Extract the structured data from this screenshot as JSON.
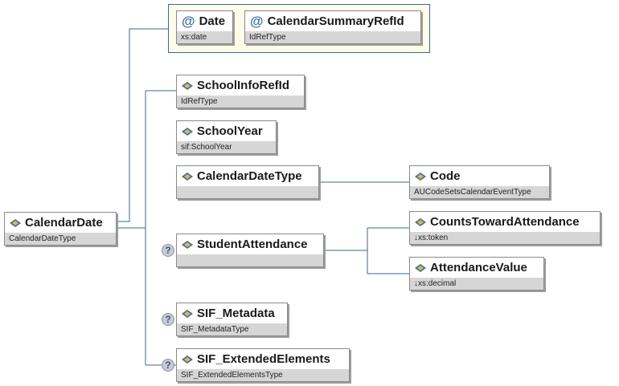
{
  "root": {
    "name": "CalendarDate",
    "type": "CalendarDateType",
    "icon": "element-icon"
  },
  "attributes": [
    {
      "name": "Date",
      "type": "xs:date",
      "icon": "attribute-icon"
    },
    {
      "name": "CalendarSummaryRefId",
      "type": "IdRefType",
      "icon": "attribute-icon"
    }
  ],
  "children": [
    {
      "name": "SchoolInfoRefId",
      "type": "IdRefType"
    },
    {
      "name": "SchoolYear",
      "type": "sif:SchoolYear"
    },
    {
      "name": "CalendarDateType",
      "type": ""
    },
    {
      "name": "StudentAttendance",
      "type": ""
    },
    {
      "name": "SIF_Metadata",
      "type": "SIF_MetadataType"
    },
    {
      "name": "SIF_ExtendedElements",
      "type": "SIF_ExtendedElementsType"
    }
  ],
  "calendar_date_type_children": [
    {
      "name": "Code",
      "type": "AUCodeSetsCalendarEventType"
    }
  ],
  "student_attendance_children": [
    {
      "name": "CountsTowardAttendance",
      "type": "↓xs:token"
    },
    {
      "name": "AttendanceValue",
      "type": "↓xs:decimal"
    }
  ],
  "optional_marker": "?",
  "colors": {
    "link": "#3b6a8a",
    "type_bar": "#d6d6d6",
    "attr_group_bg": "#fcfce8",
    "icon_blue": "#3f6fa6",
    "icon_yellow": "#e8b83a"
  }
}
